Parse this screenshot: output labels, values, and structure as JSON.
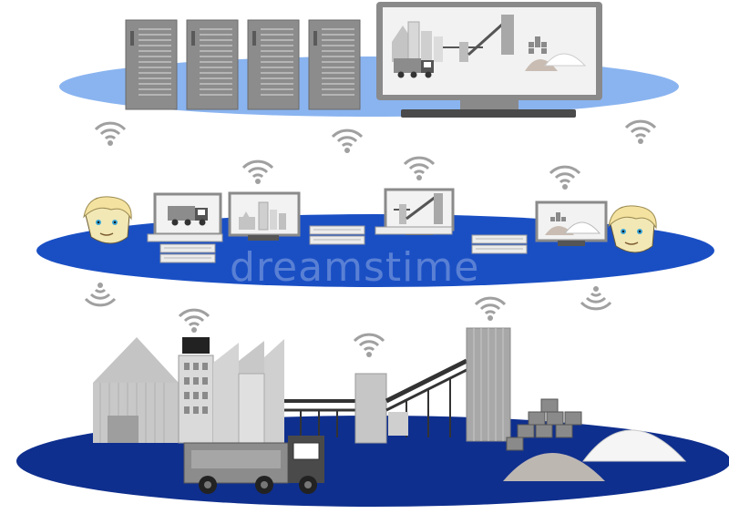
{
  "watermark": {
    "text": "dreamstime"
  },
  "colors": {
    "tier_top_ellipse": "#8ab4f0",
    "tier_mid_ellipse": "#1a4fc4",
    "tier_bottom_ellipse": "#0f2f8e",
    "equipment_gray": "#8c8c8c",
    "screen_bezel": "#8a8a8a",
    "screen_fill": "#f2f2f2",
    "sand_light": "#bdb7b2",
    "sand_white": "#f5f5f5",
    "avatar_hair": "#f4e2a0",
    "avatar_skin": "#f2e8b6"
  },
  "layers": [
    {
      "id": "data-center",
      "icon": "server-rack-icon",
      "servers": 4,
      "monitors": 1
    },
    {
      "id": "control-room",
      "icon": "operator-workstation-icon",
      "operators": 2,
      "monitors": 4,
      "wireless_nodes": 5
    },
    {
      "id": "plant-floor",
      "icon": "industrial-plant-icon",
      "wireless_nodes": 3
    }
  ]
}
